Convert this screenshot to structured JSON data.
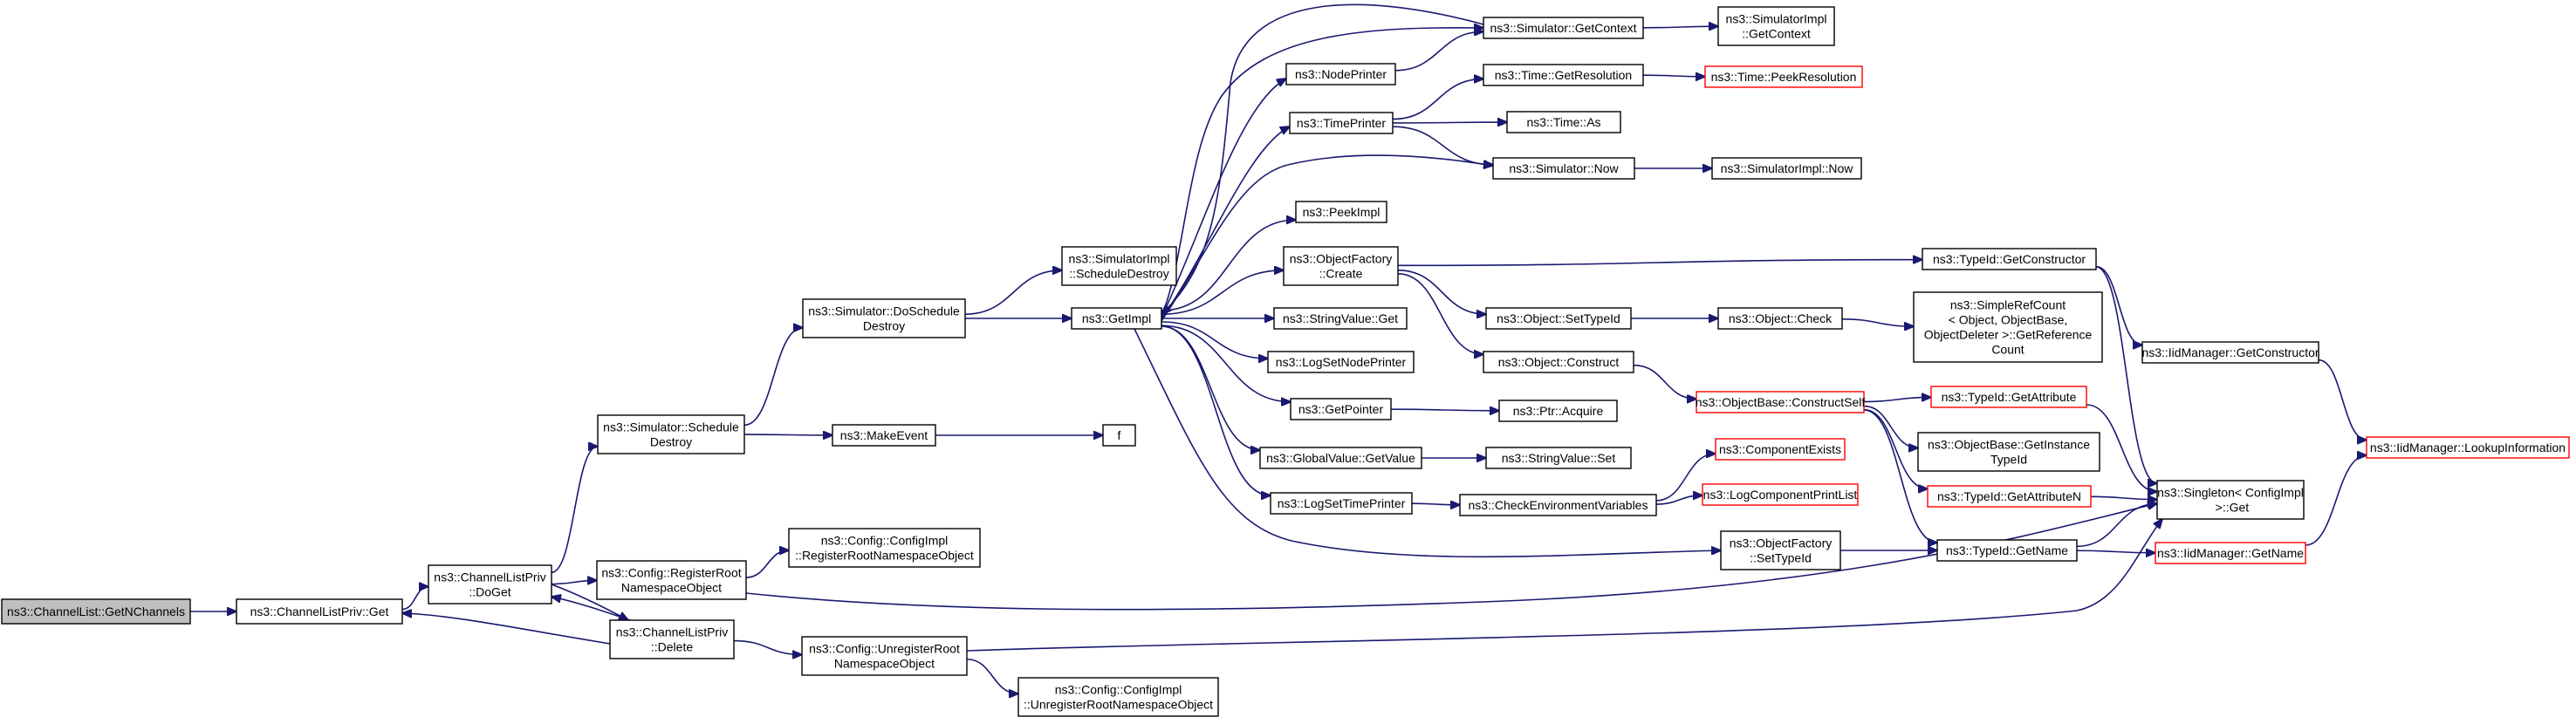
{
  "nodes": [
    {
      "id": "root",
      "lines": [
        "ns3::ChannelList::GetNChannels"
      ],
      "style": "root"
    },
    {
      "id": "clp_get",
      "lines": [
        "ns3::ChannelListPriv::Get"
      ],
      "style": "normal"
    },
    {
      "id": "clp_doget",
      "lines": [
        "ns3::ChannelListPriv",
        "::DoGet"
      ],
      "style": "normal"
    },
    {
      "id": "clp_delete",
      "lines": [
        "ns3::ChannelListPriv",
        "::Delete"
      ],
      "style": "normal"
    },
    {
      "id": "sim_sched_destroy",
      "lines": [
        "ns3::Simulator::Schedule",
        "Destroy"
      ],
      "style": "normal"
    },
    {
      "id": "cfg_register",
      "lines": [
        "ns3::Config::RegisterRoot",
        "NamespaceObject"
      ],
      "style": "normal"
    },
    {
      "id": "cfg_unregister",
      "lines": [
        "ns3::Config::UnregisterRoot",
        "NamespaceObject"
      ],
      "style": "normal"
    },
    {
      "id": "cfgimpl_register",
      "lines": [
        "ns3::Config::ConfigImpl",
        "::RegisterRootNamespaceObject"
      ],
      "style": "normal"
    },
    {
      "id": "cfgimpl_unregister",
      "lines": [
        "ns3::Config::ConfigImpl",
        "::UnregisterRootNamespaceObject"
      ],
      "style": "normal"
    },
    {
      "id": "sim_doschedule_destroy",
      "lines": [
        "ns3::Simulator::DoSchedule",
        "Destroy"
      ],
      "style": "normal"
    },
    {
      "id": "makeevent",
      "lines": [
        "ns3::MakeEvent"
      ],
      "style": "normal"
    },
    {
      "id": "f",
      "lines": [
        "f"
      ],
      "style": "normal"
    },
    {
      "id": "simimpl_sched_destroy",
      "lines": [
        "ns3::SimulatorImpl",
        "::ScheduleDestroy"
      ],
      "style": "normal"
    },
    {
      "id": "getimpl",
      "lines": [
        "ns3::GetImpl"
      ],
      "style": "normal"
    },
    {
      "id": "nodeprinter",
      "lines": [
        "ns3::NodePrinter"
      ],
      "style": "normal"
    },
    {
      "id": "timeprinter",
      "lines": [
        "ns3::TimePrinter"
      ],
      "style": "normal"
    },
    {
      "id": "peekimpl",
      "lines": [
        "ns3::PeekImpl"
      ],
      "style": "normal"
    },
    {
      "id": "objfactory_create",
      "lines": [
        "ns3::ObjectFactory",
        "::Create"
      ],
      "style": "normal"
    },
    {
      "id": "stringvalue_get",
      "lines": [
        "ns3::StringValue::Get"
      ],
      "style": "normal"
    },
    {
      "id": "logsetnodeprinter",
      "lines": [
        "ns3::LogSetNodePrinter"
      ],
      "style": "normal"
    },
    {
      "id": "getpointer",
      "lines": [
        "ns3::GetPointer"
      ],
      "style": "normal"
    },
    {
      "id": "globalvalue_getvalue",
      "lines": [
        "ns3::GlobalValue::GetValue"
      ],
      "style": "normal"
    },
    {
      "id": "logsettimeprinter",
      "lines": [
        "ns3::LogSetTimePrinter"
      ],
      "style": "normal"
    },
    {
      "id": "sim_getcontext",
      "lines": [
        "ns3::Simulator::GetContext"
      ],
      "style": "normal"
    },
    {
      "id": "simimpl_getcontext",
      "lines": [
        "ns3::SimulatorImpl",
        "::GetContext"
      ],
      "style": "normal"
    },
    {
      "id": "time_getresolution",
      "lines": [
        "ns3::Time::GetResolution"
      ],
      "style": "normal"
    },
    {
      "id": "time_peekresolution",
      "lines": [
        "ns3::Time::PeekResolution"
      ],
      "style": "red"
    },
    {
      "id": "time_as",
      "lines": [
        "ns3::Time::As"
      ],
      "style": "normal"
    },
    {
      "id": "sim_now",
      "lines": [
        "ns3::Simulator::Now"
      ],
      "style": "normal"
    },
    {
      "id": "simimpl_now",
      "lines": [
        "ns3::SimulatorImpl::Now"
      ],
      "style": "normal"
    },
    {
      "id": "typeid_getconstructor",
      "lines": [
        "ns3::TypeId::GetConstructor"
      ],
      "style": "normal"
    },
    {
      "id": "object_settypeid",
      "lines": [
        "ns3::Object::SetTypeId"
      ],
      "style": "normal"
    },
    {
      "id": "object_check",
      "lines": [
        "ns3::Object::Check"
      ],
      "style": "normal"
    },
    {
      "id": "simplerefcount",
      "lines": [
        "ns3::SimpleRefCount",
        "< Object, ObjectBase,",
        "ObjectDeleter >::GetReference",
        "Count"
      ],
      "style": "normal"
    },
    {
      "id": "object_construct",
      "lines": [
        "ns3::Object::Construct"
      ],
      "style": "normal"
    },
    {
      "id": "objbase_constructself",
      "lines": [
        "ns3::ObjectBase::ConstructSelf"
      ],
      "style": "red"
    },
    {
      "id": "iidmanager_getconstructor",
      "lines": [
        "ns3::IidManager::GetConstructor"
      ],
      "style": "normal"
    },
    {
      "id": "iidmanager_lookupinfo",
      "lines": [
        "ns3::IidManager::LookupInformation"
      ],
      "style": "red"
    },
    {
      "id": "ptr_acquire",
      "lines": [
        "ns3::Ptr::Acquire"
      ],
      "style": "normal"
    },
    {
      "id": "stringvalue_set",
      "lines": [
        "ns3::StringValue::Set"
      ],
      "style": "normal"
    },
    {
      "id": "checkenvvars",
      "lines": [
        "ns3::CheckEnvironmentVariables"
      ],
      "style": "normal"
    },
    {
      "id": "componentexists",
      "lines": [
        "ns3::ComponentExists"
      ],
      "style": "red"
    },
    {
      "id": "logcomponentprintlist",
      "lines": [
        "ns3::LogComponentPrintList"
      ],
      "style": "red"
    },
    {
      "id": "typeid_getattribute",
      "lines": [
        "ns3::TypeId::GetAttribute"
      ],
      "style": "red"
    },
    {
      "id": "objbase_getinstancetypeid",
      "lines": [
        "ns3::ObjectBase::GetInstance",
        "TypeId"
      ],
      "style": "normal"
    },
    {
      "id": "typeid_getattributen",
      "lines": [
        "ns3::TypeId::GetAttributeN"
      ],
      "style": "red"
    },
    {
      "id": "singleton_get",
      "lines": [
        "ns3::Singleton< ConfigImpl",
        " >::Get"
      ],
      "style": "normal"
    },
    {
      "id": "objfactory_settypeid",
      "lines": [
        "ns3::ObjectFactory",
        "::SetTypeId"
      ],
      "style": "normal"
    },
    {
      "id": "typeid_getname",
      "lines": [
        "ns3::TypeId::GetName"
      ],
      "style": "normal"
    },
    {
      "id": "iidmanager_getname",
      "lines": [
        "ns3::IidManager::GetName"
      ],
      "style": "red"
    }
  ],
  "edges": [
    {
      "from": "root",
      "to": "clp_get"
    },
    {
      "from": "clp_get",
      "to": "clp_doget"
    },
    {
      "from": "clp_doget",
      "to": "sim_sched_destroy"
    },
    {
      "from": "clp_doget",
      "to": "cfg_register"
    },
    {
      "from": "clp_doget",
      "to": "clp_delete"
    },
    {
      "from": "clp_delete",
      "to": "clp_doget"
    },
    {
      "from": "clp_delete",
      "to": "clp_get"
    },
    {
      "from": "clp_delete",
      "to": "cfg_unregister"
    },
    {
      "from": "sim_sched_destroy",
      "to": "sim_doschedule_destroy"
    },
    {
      "from": "sim_sched_destroy",
      "to": "makeevent"
    },
    {
      "from": "makeevent",
      "to": "f"
    },
    {
      "from": "sim_doschedule_destroy",
      "to": "simimpl_sched_destroy"
    },
    {
      "from": "sim_doschedule_destroy",
      "to": "getimpl"
    },
    {
      "from": "cfg_register",
      "to": "cfgimpl_register"
    },
    {
      "from": "cfg_register",
      "to": "singleton_get"
    },
    {
      "from": "cfg_unregister",
      "to": "cfgimpl_unregister"
    },
    {
      "from": "cfg_unregister",
      "to": "singleton_get"
    },
    {
      "from": "getimpl",
      "to": "sim_getcontext"
    },
    {
      "from": "getimpl",
      "to": "nodeprinter"
    },
    {
      "from": "getimpl",
      "to": "timeprinter"
    },
    {
      "from": "getimpl",
      "to": "sim_now"
    },
    {
      "from": "getimpl",
      "to": "peekimpl"
    },
    {
      "from": "getimpl",
      "to": "objfactory_create"
    },
    {
      "from": "getimpl",
      "to": "stringvalue_get"
    },
    {
      "from": "getimpl",
      "to": "logsetnodeprinter"
    },
    {
      "from": "getimpl",
      "to": "getpointer"
    },
    {
      "from": "getimpl",
      "to": "globalvalue_getvalue"
    },
    {
      "from": "getimpl",
      "to": "logsettimeprinter"
    },
    {
      "from": "getimpl",
      "to": "objfactory_settypeid"
    },
    {
      "from": "nodeprinter",
      "to": "sim_getcontext"
    },
    {
      "from": "sim_getcontext",
      "to": "getimpl"
    },
    {
      "from": "sim_getcontext",
      "to": "simimpl_getcontext"
    },
    {
      "from": "timeprinter",
      "to": "time_getresolution"
    },
    {
      "from": "timeprinter",
      "to": "time_as"
    },
    {
      "from": "timeprinter",
      "to": "sim_now"
    },
    {
      "from": "time_getresolution",
      "to": "time_peekresolution"
    },
    {
      "from": "sim_now",
      "to": "simimpl_now"
    },
    {
      "from": "objfactory_create",
      "to": "typeid_getconstructor"
    },
    {
      "from": "objfactory_create",
      "to": "object_settypeid"
    },
    {
      "from": "objfactory_create",
      "to": "object_construct"
    },
    {
      "from": "object_settypeid",
      "to": "object_check"
    },
    {
      "from": "object_check",
      "to": "simplerefcount"
    },
    {
      "from": "object_construct",
      "to": "objbase_constructself"
    },
    {
      "from": "typeid_getconstructor",
      "to": "iidmanager_getconstructor"
    },
    {
      "from": "typeid_getconstructor",
      "to": "singleton_get"
    },
    {
      "from": "iidmanager_getconstructor",
      "to": "iidmanager_lookupinfo"
    },
    {
      "from": "getpointer",
      "to": "ptr_acquire"
    },
    {
      "from": "globalvalue_getvalue",
      "to": "stringvalue_set"
    },
    {
      "from": "logsettimeprinter",
      "to": "checkenvvars"
    },
    {
      "from": "checkenvvars",
      "to": "componentexists"
    },
    {
      "from": "checkenvvars",
      "to": "logcomponentprintlist"
    },
    {
      "from": "objbase_constructself",
      "to": "typeid_getattribute"
    },
    {
      "from": "objbase_constructself",
      "to": "objbase_getinstancetypeid"
    },
    {
      "from": "objbase_constructself",
      "to": "typeid_getattributen"
    },
    {
      "from": "objbase_constructself",
      "to": "typeid_getname"
    },
    {
      "from": "typeid_getattribute",
      "to": "singleton_get"
    },
    {
      "from": "typeid_getattributen",
      "to": "singleton_get"
    },
    {
      "from": "objfactory_settypeid",
      "to": "typeid_getname"
    },
    {
      "from": "typeid_getname",
      "to": "singleton_get"
    },
    {
      "from": "typeid_getname",
      "to": "iidmanager_getname"
    },
    {
      "from": "iidmanager_getname",
      "to": "iidmanager_lookupinfo"
    }
  ]
}
